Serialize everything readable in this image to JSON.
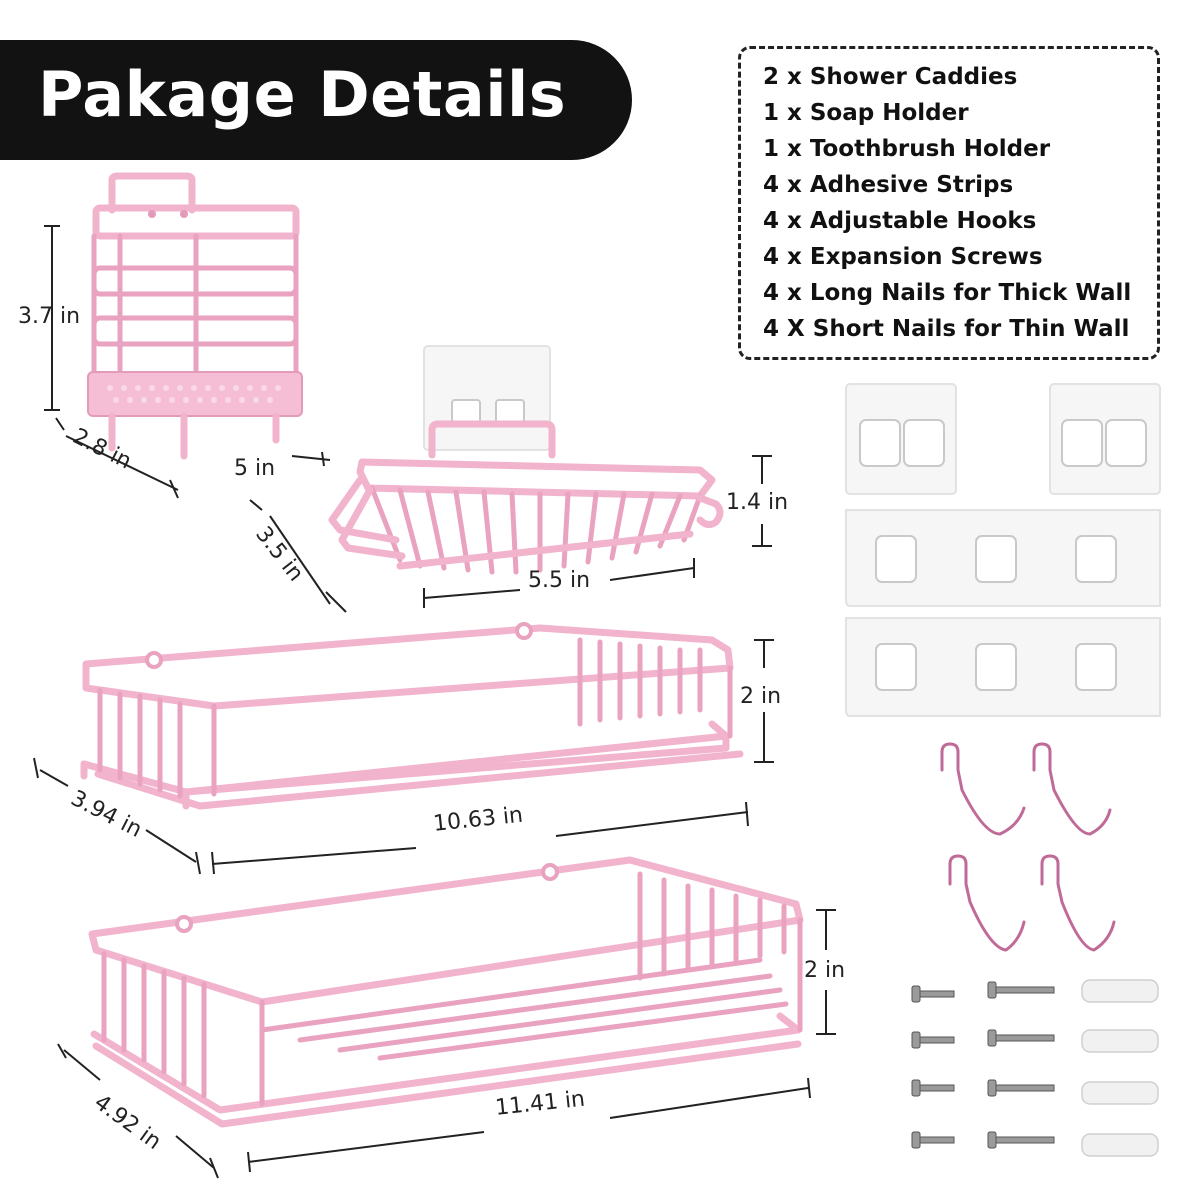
{
  "banner": {
    "title": "Pakage Details"
  },
  "contents": [
    "2 x Shower Caddies",
    "1 x Soap Holder",
    "1 x Toothbrush Holder",
    "4 x Adhesive Strips",
    "4 x Adjustable Hooks",
    "4 x Expansion Screws",
    "4 x Long Nails for Thick Wall",
    "4 X Short Nails for Thin Wall"
  ],
  "dimensions": {
    "toothbrush_height": "3.7 in",
    "toothbrush_depth": "2.8 in",
    "soap_width_label": "5 in",
    "soap_depth": "3.5 in",
    "soap_length": "5.5 in",
    "soap_height": "1.4 in",
    "caddy1_height": "2 in",
    "caddy1_depth": "3.94 in",
    "caddy1_length": "10.63 in",
    "caddy2_height": "2 in",
    "caddy2_depth": "4.92 in",
    "caddy2_length": "11.41 in"
  },
  "colors": {
    "banner_bg": "#121212",
    "product_pink": "#f4b6cf",
    "hook_purple": "#c06a98"
  }
}
